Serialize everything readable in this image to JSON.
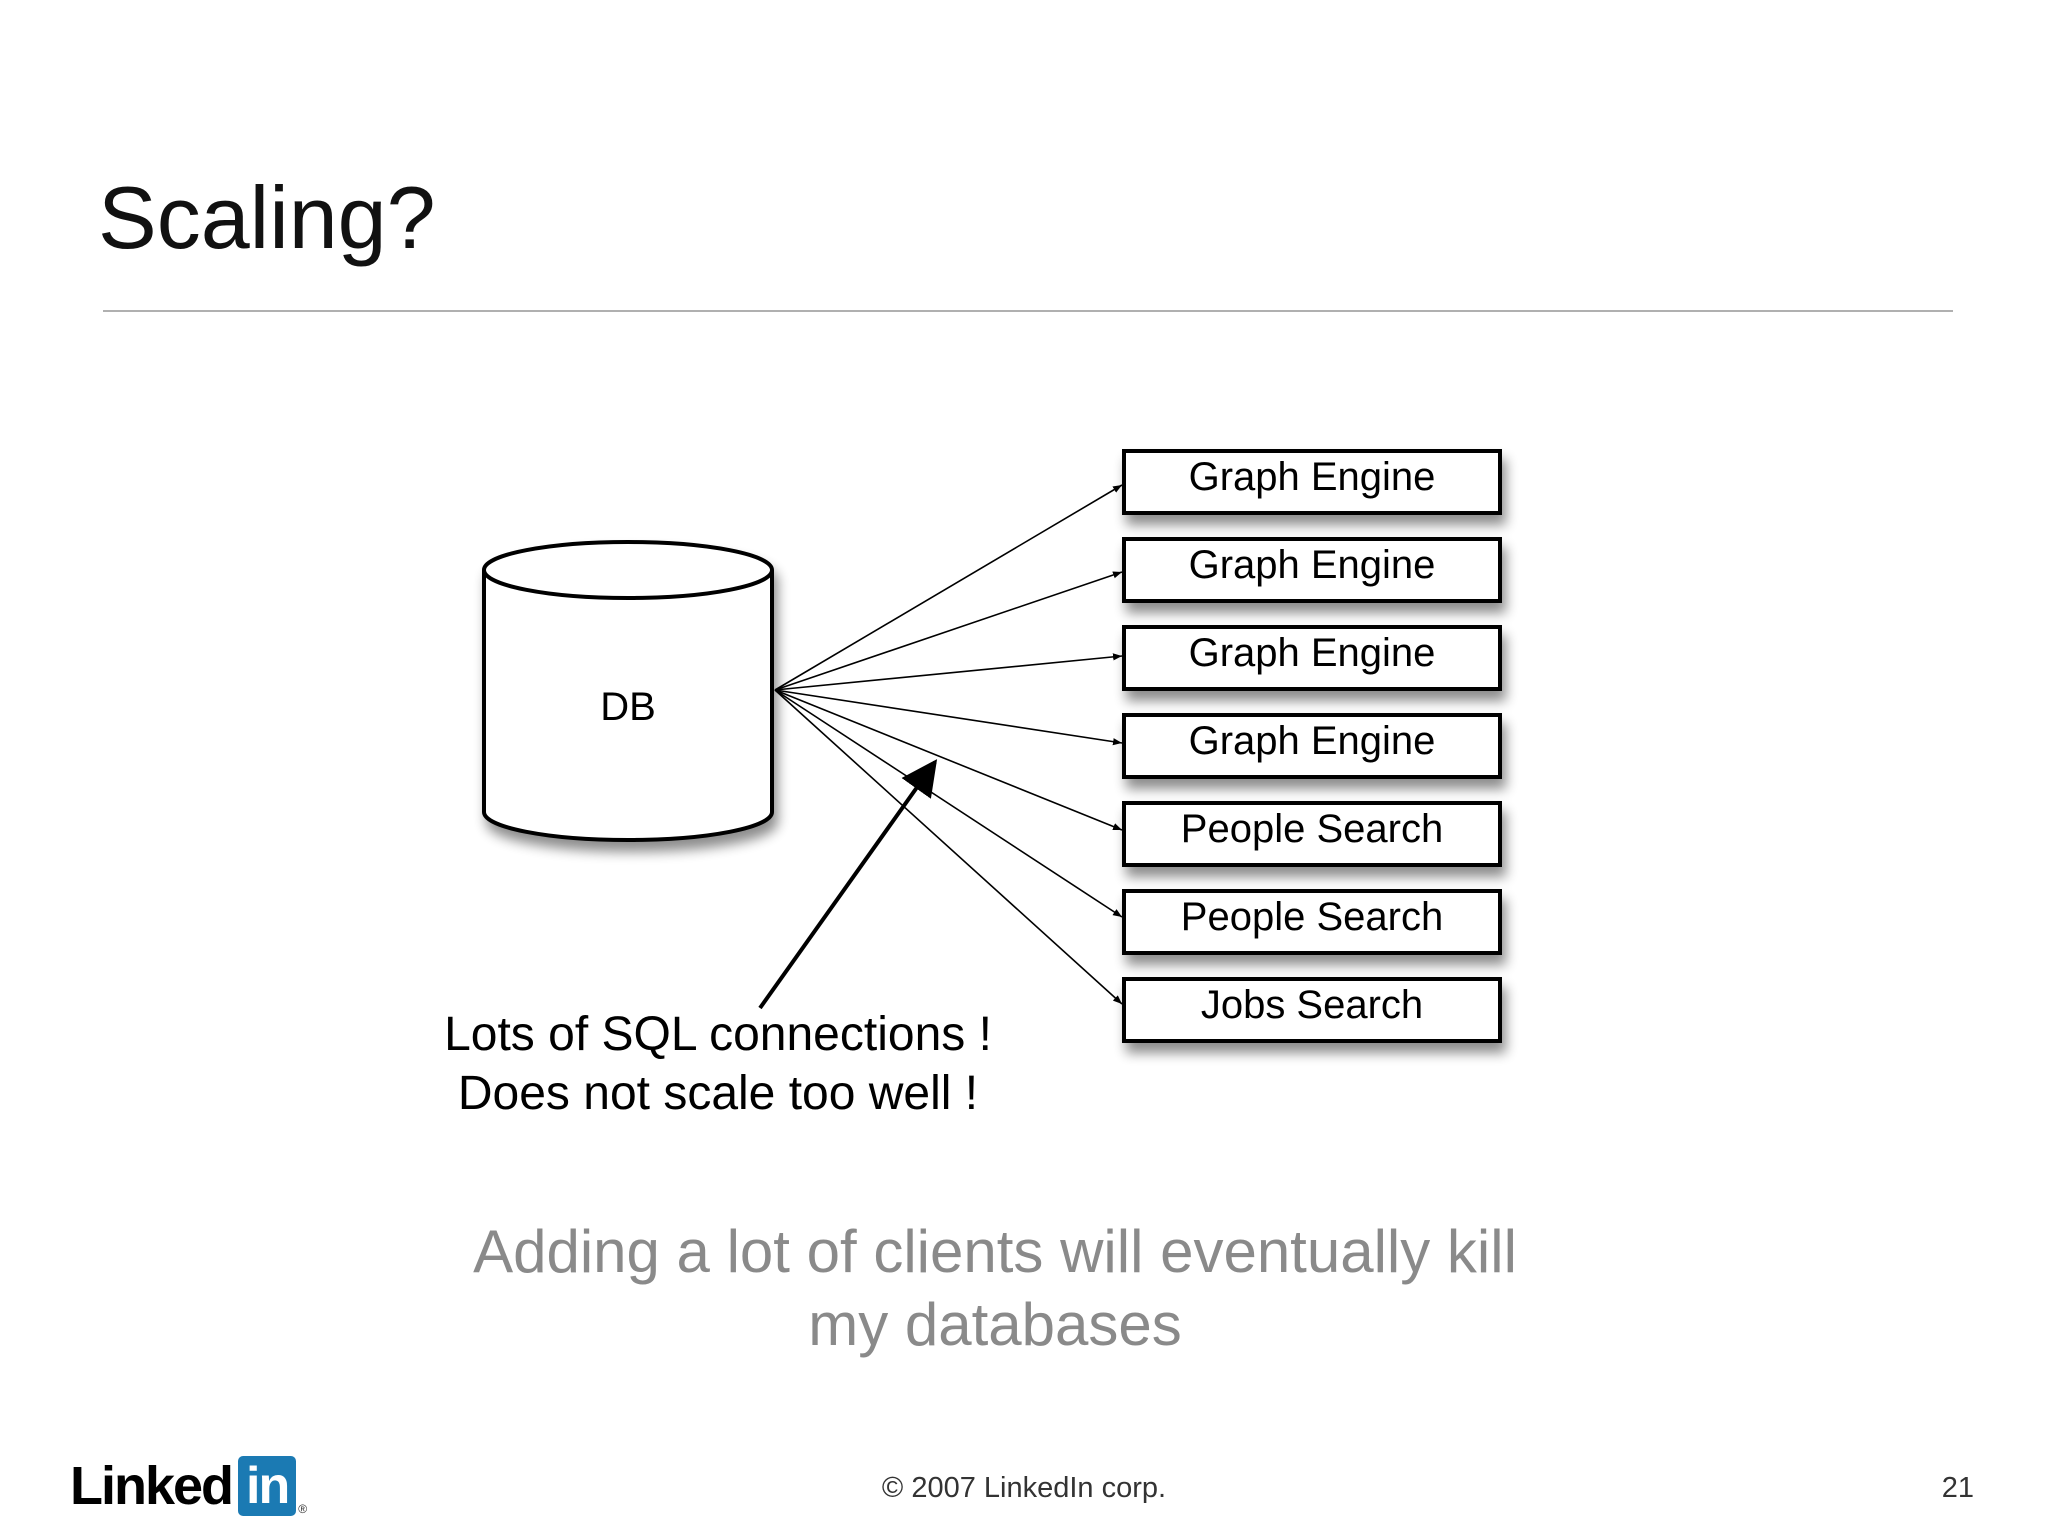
{
  "slide": {
    "title": "Scaling?",
    "conclusion_line1": "Adding a lot of clients will eventually kill",
    "conclusion_line2": "my databases"
  },
  "diagram": {
    "db_label": "DB",
    "services": [
      "Graph Engine",
      "Graph Engine",
      "Graph Engine",
      "Graph Engine",
      "People Search",
      "People Search",
      "Jobs Search"
    ],
    "annotation_line1": "Lots of SQL connections !",
    "annotation_line2": "Does not scale too well !"
  },
  "footer": {
    "logo_text": "Linked",
    "logo_box_text": "in",
    "logo_reg": "®",
    "copyright": "© 2007 LinkedIn corp.",
    "page_number": "21"
  },
  "colors": {
    "logo_blue": "#1b7ab3",
    "conclusion_gray": "#8a8a8a"
  }
}
